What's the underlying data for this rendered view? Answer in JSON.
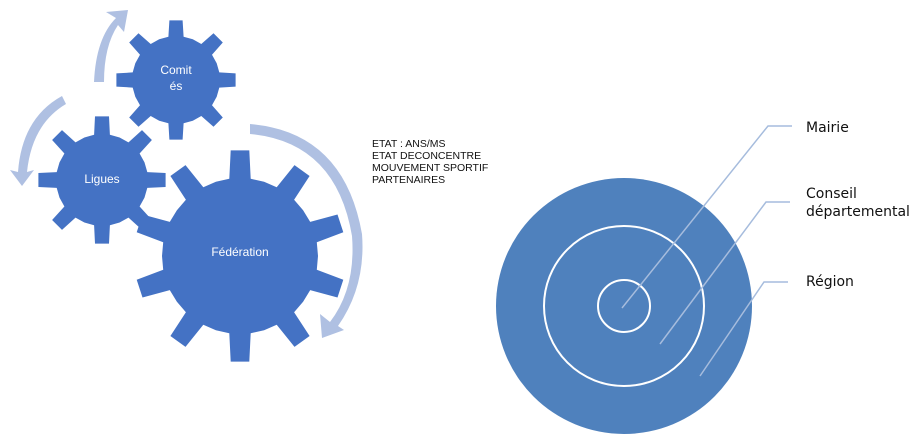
{
  "colors": {
    "gear_fill": "#4472C4",
    "arrow_fill": "#AFC0E2",
    "target_fill": "#4F81BD",
    "ring_stroke": "#ffffff",
    "leader_stroke": "#A6BCDD"
  },
  "gears": {
    "comites": {
      "label_line1": "Comit",
      "label_line2": "és"
    },
    "ligues": {
      "label": "Ligues"
    },
    "federation": {
      "label": "Fédération"
    }
  },
  "etat_block": {
    "lines": [
      "ETAT : ANS/MS",
      "ETAT DECONCENTRE",
      "MOUVEMENT SPORTIF",
      "PARTENAIRES"
    ]
  },
  "target": {
    "labels": {
      "mairie": "Mairie",
      "conseil_line1": "Conseil",
      "conseil_line2": "départemental",
      "region": "Région"
    }
  }
}
